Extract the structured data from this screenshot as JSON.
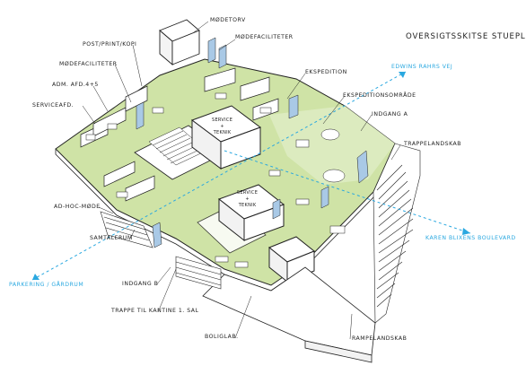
{
  "title": "OVERSIGTSSKITSE STUEPLAN",
  "labels": {
    "moedetorv": "MØDETORV",
    "moedefaciliteter_top": "MØDEFACILITETER",
    "post_print_kopi": "POST/PRINT/KOPI",
    "moedefaciliteter_left": "MØDEFACILITETER",
    "adm_afd": "ADM. AFD.4+5",
    "serviceafd": "SERVICEAFD.",
    "ekspedition": "EKSPEDITION",
    "ekspeditionsomraade": "EKSPEDITIONSOMRÅDE",
    "indgang_a": "INDGANG A",
    "trappelandskab": "TRAPPELANDSKAB",
    "ad_hoc_moede": "AD-HOC-MØDE",
    "samtalerum": "SAMTALERUM",
    "indgang_b": "INDGANG B",
    "trappe_til_kantine": "TRAPPE TIL KANTINE 1. SAL",
    "boliglab": "BOLIGLAB.",
    "rampelandskab": "RAMPELANDSKAB"
  },
  "streets": {
    "edwins_rahrs_vej": "EDWINS RAHRS VEJ",
    "karen_blixens_boulevard": "KAREN BLIXENS BOULEVARD",
    "parkering": "PARKERING / GÅRDRUM"
  },
  "boxes": {
    "box1_line1": "SERVICE",
    "box1_line2": "TEKNIK",
    "box2_line1": "SERVICE",
    "box2_line2": "TEKNIK"
  },
  "colors": {
    "floor": "#cfe3a6",
    "floor_light": "#dcebbf",
    "accent_cyan": "#2aa8e0",
    "glass": "#a9c9e6",
    "line": "#222222"
  }
}
